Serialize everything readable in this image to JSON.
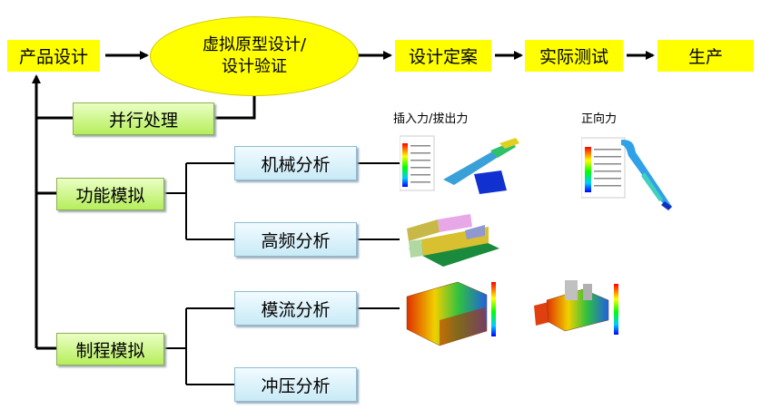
{
  "flow": {
    "product_design": "产品设计",
    "virtual_proto_line1": "虚拟原型设计/",
    "virtual_proto_line2": "设计验证",
    "design_finalize": "设计定案",
    "actual_test": "实际测试",
    "production": "生产"
  },
  "branches": {
    "parallel": "并行处理",
    "function_sim": "功能模拟",
    "process_sim": "制程模拟",
    "mechanical": "机械分析",
    "high_freq": "高频分析",
    "mold_flow": "模流分析",
    "stamping": "冲压分析"
  },
  "captions": {
    "insert_pull": "插入力/拔出力",
    "normal_force": "正向力"
  },
  "colors": {
    "yellow": "#ffff00",
    "green": "#b6ee5c",
    "blue": "#c8eaf6"
  }
}
